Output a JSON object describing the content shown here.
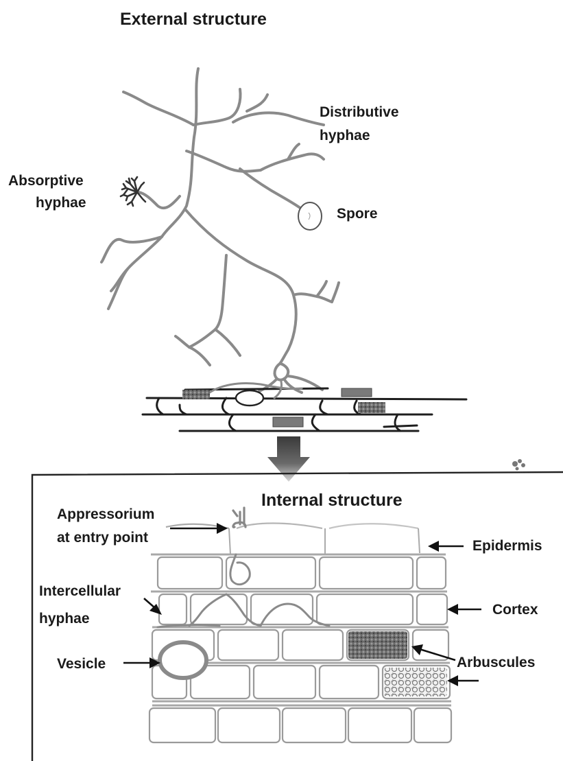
{
  "titles": {
    "external": "External structure",
    "internal": "Internal structure"
  },
  "external_labels": {
    "distributive_line1": "Distributive",
    "distributive_line2": "hyphae",
    "absorptive_line1": "Absorptive",
    "absorptive_line2": "hyphae",
    "spore": "Spore"
  },
  "internal_labels": {
    "appressorium_line1": "Appressorium",
    "appressorium_line2": "at entry point",
    "epidermis": "Epidermis",
    "intercellular_line1": "Intercellular",
    "intercellular_line2": "hyphae",
    "cortex": "Cortex",
    "vesicle": "Vesicle",
    "arbuscules": "Arbuscules"
  },
  "colors": {
    "hyphae": "#8a8a8a",
    "text": "#1a1a1a",
    "cell_wall": "#9a9a9a",
    "transition_arrow": "#4a4a4a"
  }
}
